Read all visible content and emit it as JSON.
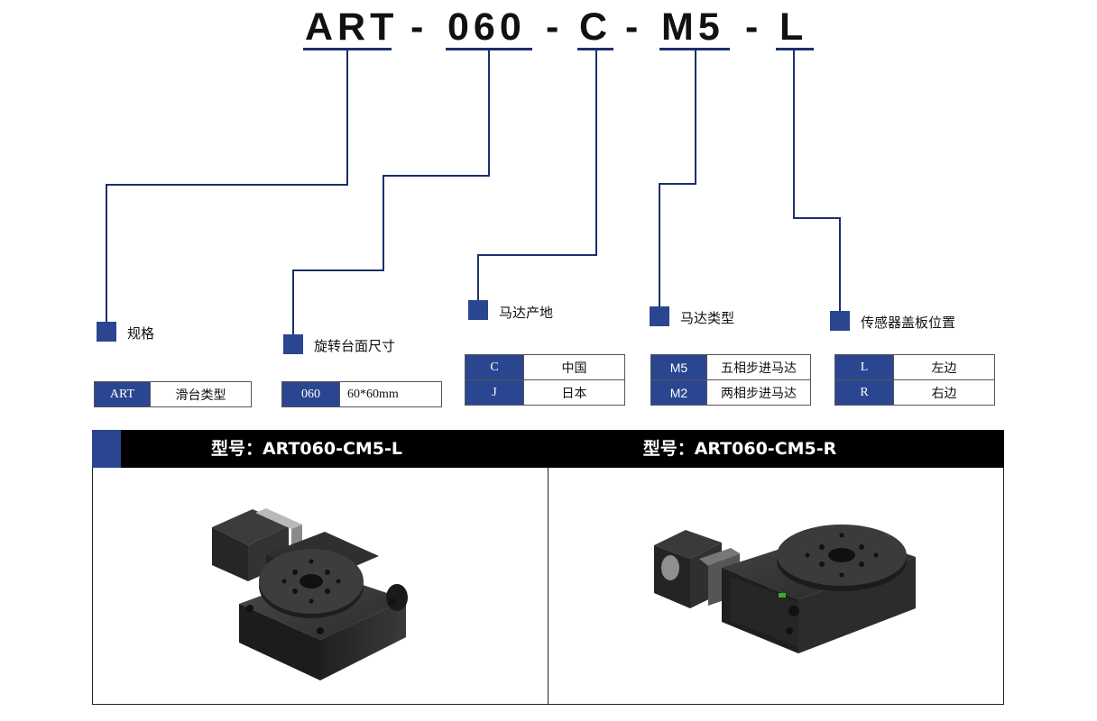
{
  "code": {
    "parts": [
      "ART",
      "-",
      "060",
      "-",
      "C",
      "-",
      "M5",
      "-",
      "L"
    ]
  },
  "sections": [
    {
      "label": "规格",
      "options": [
        {
          "code": "ART",
          "desc": "滑台类型"
        }
      ]
    },
    {
      "label": "旋转台面尺寸",
      "options": [
        {
          "code": "060",
          "desc": "60*60mm"
        }
      ]
    },
    {
      "label": "马达产地",
      "options": [
        {
          "code": "C",
          "desc": "中国"
        },
        {
          "code": "J",
          "desc": "日本"
        }
      ]
    },
    {
      "label": "马达类型",
      "options": [
        {
          "code": "M5",
          "desc": "五相步进马达"
        },
        {
          "code": "M2",
          "desc": "两相步进马达"
        }
      ]
    },
    {
      "label": "传感器盖板位置",
      "options": [
        {
          "code": "L",
          "desc": "左边"
        },
        {
          "code": "R",
          "desc": "右边"
        }
      ]
    }
  ],
  "models": [
    {
      "title": "型号：ART060-CM5-L"
    },
    {
      "title": "型号：ART060-CM5-R"
    }
  ],
  "colors": {
    "accent": "#2b4690",
    "line": "#1d2f6e",
    "header": "#000000"
  }
}
